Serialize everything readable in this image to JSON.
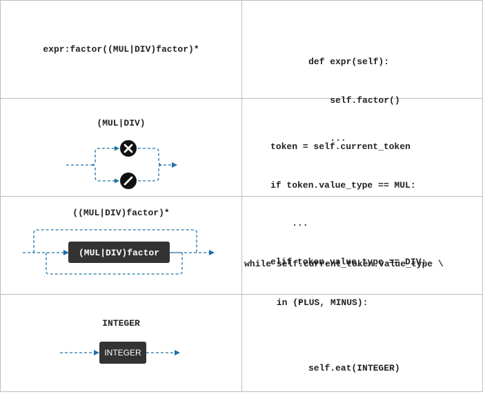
{
  "rows": [
    {
      "grammar": "expr:factor((MUL|DIV)factor)*",
      "code": [
        "def expr(self):",
        "    self.factor()",
        "    ..."
      ]
    },
    {
      "caption": "(MUL|DIV)",
      "code": [
        "token = self.current_token",
        "if token.value_type == MUL:",
        "    ...",
        "elif token.value_type == DIV:",
        "    ..."
      ]
    },
    {
      "caption": "((MUL|DIV)factor)*",
      "box_label": "(MUL|DIV)factor",
      "code": [
        "while self.current_token.value_type \\",
        "      in (PLUS, MINUS):"
      ]
    },
    {
      "caption": "INTEGER",
      "box_label": "INTEGER",
      "code": [
        "self.eat(INTEGER)"
      ]
    }
  ],
  "colors": {
    "arrow": "#1e6fa8",
    "box": "#333333",
    "border": "#bdbdbd"
  }
}
